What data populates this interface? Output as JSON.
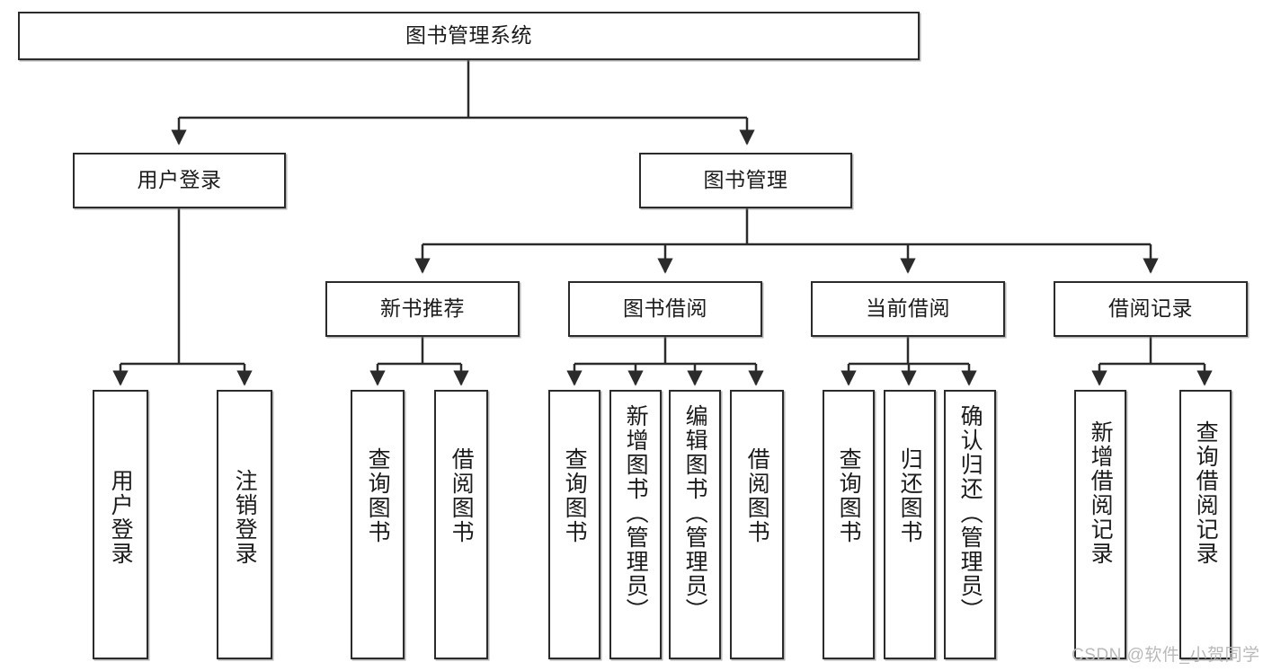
{
  "diagram": {
    "type": "tree-hierarchy",
    "title": "图书管理系统",
    "root": {
      "id": "root",
      "label": "图书管理系统"
    },
    "level2": [
      {
        "id": "user-login",
        "label": "用户登录"
      },
      {
        "id": "book-manage",
        "label": "图书管理"
      }
    ],
    "level3": [
      {
        "id": "new-book-recommend",
        "label": "新书推荐",
        "parent": "book-manage"
      },
      {
        "id": "book-borrow",
        "label": "图书借阅",
        "parent": "book-manage"
      },
      {
        "id": "current-borrow",
        "label": "当前借阅",
        "parent": "book-manage"
      },
      {
        "id": "borrow-record",
        "label": "借阅记录",
        "parent": "book-manage"
      }
    ],
    "leaves": [
      {
        "id": "leaf-user-login",
        "label": "用户登录",
        "parent": "user-login"
      },
      {
        "id": "leaf-logout",
        "label": "注销登录",
        "parent": "user-login"
      },
      {
        "id": "leaf-query-book-1",
        "label": "查询图书",
        "parent": "new-book-recommend"
      },
      {
        "id": "leaf-borrow-book-1",
        "label": "借阅图书",
        "parent": "new-book-recommend"
      },
      {
        "id": "leaf-query-book-2",
        "label": "查询图书",
        "parent": "book-borrow"
      },
      {
        "id": "leaf-add-book",
        "label": "新增图书（管理员）",
        "parent": "book-borrow"
      },
      {
        "id": "leaf-edit-book",
        "label": "编辑图书（管理员）",
        "parent": "book-borrow"
      },
      {
        "id": "leaf-borrow-book-2",
        "label": "借阅图书",
        "parent": "book-borrow"
      },
      {
        "id": "leaf-query-book-3",
        "label": "查询图书",
        "parent": "current-borrow"
      },
      {
        "id": "leaf-return-book",
        "label": "归还图书",
        "parent": "current-borrow"
      },
      {
        "id": "leaf-confirm-return",
        "label": "确认归还（管理员）",
        "parent": "current-borrow"
      },
      {
        "id": "leaf-add-record",
        "label": "新增借阅记录",
        "parent": "borrow-record"
      },
      {
        "id": "leaf-query-record",
        "label": "查询借阅记录",
        "parent": "borrow-record"
      }
    ],
    "colors": {
      "stroke": "#2b2b2b",
      "fill": "#ffffff",
      "text": "#1b1b1b",
      "watermark": "#b9b9b9"
    }
  },
  "watermark": {
    "text": "CSDN @软件_小贺同学"
  }
}
